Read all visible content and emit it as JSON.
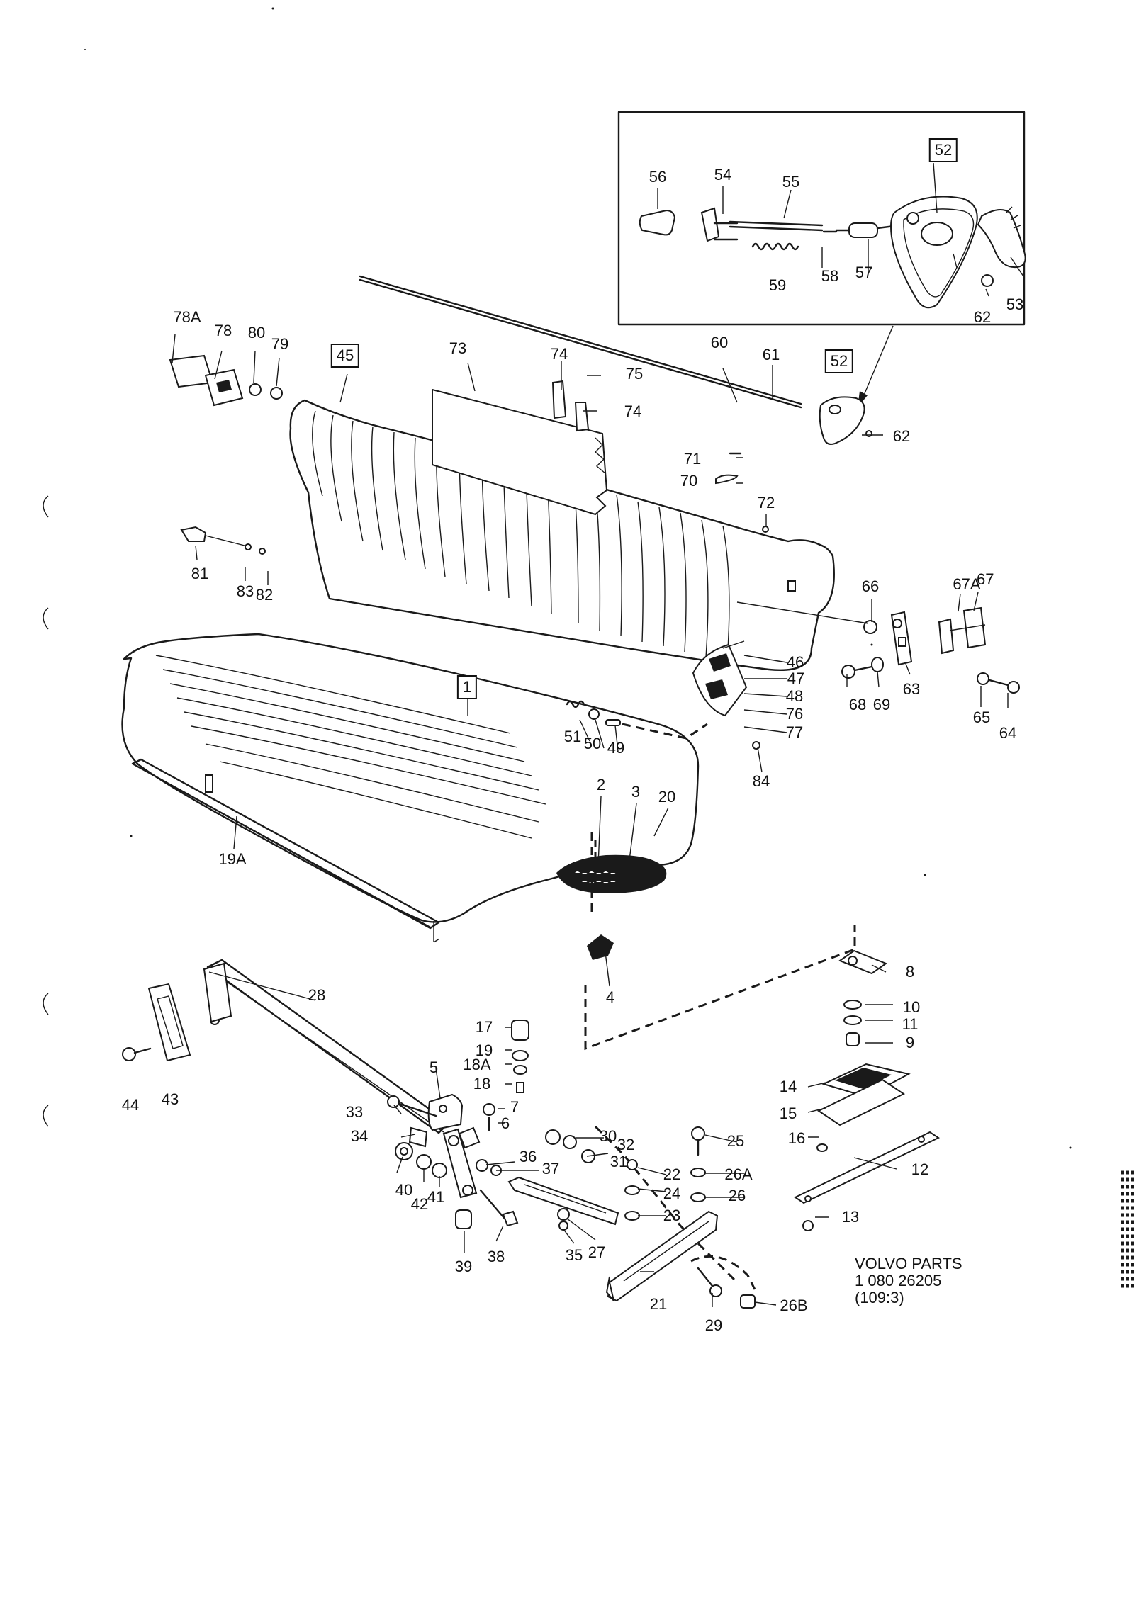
{
  "caption": {
    "line1": "VOLVO PARTS",
    "line2": "1 080 26205",
    "line3": "(109:3)"
  },
  "labels": {
    "l1": "1",
    "l2": "2",
    "l3": "3",
    "l4": "4",
    "l5": "5",
    "l6": "6",
    "l7": "7",
    "l8": "8",
    "l9": "9",
    "l10": "10",
    "l11": "11",
    "l12": "12",
    "l13": "13",
    "l14": "14",
    "l15": "15",
    "l16": "16",
    "l17": "17",
    "l18": "18",
    "l18A": "18A",
    "l19": "19",
    "l19A": "19A",
    "l20": "20",
    "l21": "21",
    "l22": "22",
    "l23": "23",
    "l24": "24",
    "l25": "25",
    "l26": "26",
    "l26A": "26A",
    "l26B": "26B",
    "l27": "27",
    "l28": "28",
    "l29": "29",
    "l30": "30",
    "l31": "31",
    "l32": "32",
    "l33": "33",
    "l34": "34",
    "l35": "35",
    "l36": "36",
    "l37": "37",
    "l38": "38",
    "l39": "39",
    "l40": "40",
    "l41": "41",
    "l42": "42",
    "l43": "43",
    "l44": "44",
    "l45": "45",
    "l46": "46",
    "l47": "47",
    "l48": "48",
    "l49": "49",
    "l50": "50",
    "l51": "51",
    "l52a": "52",
    "l52b": "52",
    "l53": "53",
    "l54": "54",
    "l55": "55",
    "l56": "56",
    "l57": "57",
    "l58": "58",
    "l59": "59",
    "l60": "60",
    "l61": "61",
    "l62a": "62",
    "l62b": "62",
    "l63": "63",
    "l64": "64",
    "l65": "65",
    "l66": "66",
    "l67": "67",
    "l67A": "67A",
    "l68": "68",
    "l69": "69",
    "l70": "70",
    "l71": "71",
    "l72": "72",
    "l73": "73",
    "l74a": "74",
    "l74b": "74",
    "l75": "75",
    "l76": "76",
    "l77": "77",
    "l78": "78",
    "l78A": "78A",
    "l79": "79",
    "l80": "80",
    "l81": "81",
    "l82": "82",
    "l83": "83",
    "l84": "84"
  }
}
